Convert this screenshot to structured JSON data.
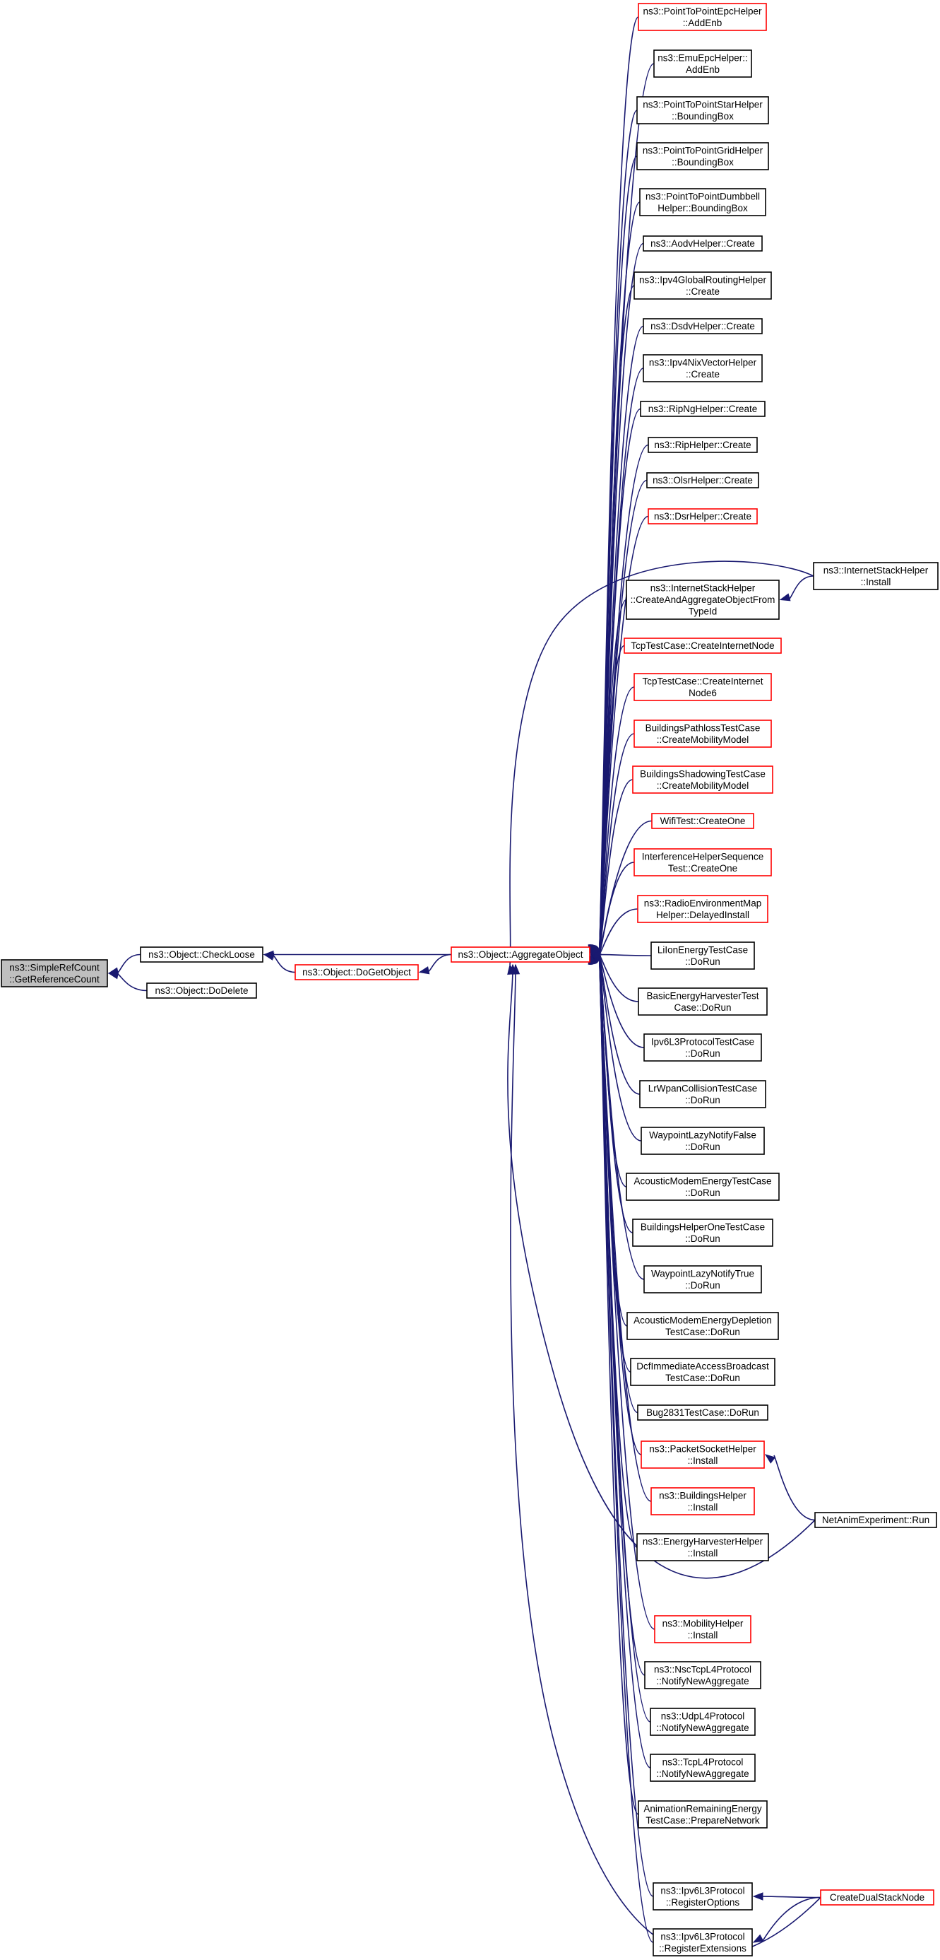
{
  "nodes": [
    {
      "id": "root",
      "label": [
        "ns3::SimpleRefCount",
        "::GetReferenceCount"
      ],
      "style": "grey"
    },
    {
      "id": "checkloose",
      "label": [
        "ns3::Object::CheckLoose"
      ],
      "style": "black"
    },
    {
      "id": "dodelete",
      "label": [
        "ns3::Object::DoDelete"
      ],
      "style": "black"
    },
    {
      "id": "dogetobject",
      "label": [
        "ns3::Object::DoGetObject"
      ],
      "style": "red"
    },
    {
      "id": "aggregate",
      "label": [
        "ns3::Object::AggregateObject"
      ],
      "style": "red"
    },
    {
      "id": "n1",
      "label": [
        "ns3::PointToPointEpcHelper",
        "::AddEnb"
      ],
      "style": "red"
    },
    {
      "id": "n2",
      "label": [
        "ns3::EmuEpcHelper::",
        "AddEnb"
      ],
      "style": "black"
    },
    {
      "id": "n3",
      "label": [
        "ns3::PointToPointStarHelper",
        "::BoundingBox"
      ],
      "style": "black"
    },
    {
      "id": "n4",
      "label": [
        "ns3::PointToPointGridHelper",
        "::BoundingBox"
      ],
      "style": "black"
    },
    {
      "id": "n5",
      "label": [
        "ns3::PointToPointDumbbell",
        "Helper::BoundingBox"
      ],
      "style": "black"
    },
    {
      "id": "n6",
      "label": [
        "ns3::AodvHelper::Create"
      ],
      "style": "black"
    },
    {
      "id": "n7",
      "label": [
        "ns3::Ipv4GlobalRoutingHelper",
        "::Create"
      ],
      "style": "black"
    },
    {
      "id": "n8",
      "label": [
        "ns3::DsdvHelper::Create"
      ],
      "style": "black"
    },
    {
      "id": "n9",
      "label": [
        "ns3::Ipv4NixVectorHelper",
        "::Create"
      ],
      "style": "black"
    },
    {
      "id": "n10",
      "label": [
        "ns3::RipNgHelper::Create"
      ],
      "style": "black"
    },
    {
      "id": "n11",
      "label": [
        "ns3::RipHelper::Create"
      ],
      "style": "black"
    },
    {
      "id": "n12",
      "label": [
        "ns3::OlsrHelper::Create"
      ],
      "style": "black"
    },
    {
      "id": "n13",
      "label": [
        "ns3::DsrHelper::Create"
      ],
      "style": "red"
    },
    {
      "id": "n14",
      "label": [
        "ns3::InternetStackHelper",
        "::CreateAndAggregateObjectFrom",
        "TypeId"
      ],
      "style": "black"
    },
    {
      "id": "n15",
      "label": [
        "TcpTestCase::CreateInternetNode"
      ],
      "style": "red"
    },
    {
      "id": "n16",
      "label": [
        "TcpTestCase::CreateInternet",
        "Node6"
      ],
      "style": "red"
    },
    {
      "id": "n17",
      "label": [
        "BuildingsPathlossTestCase",
        "::CreateMobilityModel"
      ],
      "style": "red"
    },
    {
      "id": "n18",
      "label": [
        "BuildingsShadowingTestCase",
        "::CreateMobilityModel"
      ],
      "style": "red"
    },
    {
      "id": "n19",
      "label": [
        "WifiTest::CreateOne"
      ],
      "style": "red"
    },
    {
      "id": "n20",
      "label": [
        "InterferenceHelperSequence",
        "Test::CreateOne"
      ],
      "style": "red"
    },
    {
      "id": "n21",
      "label": [
        "ns3::RadioEnvironmentMap",
        "Helper::DelayedInstall"
      ],
      "style": "red"
    },
    {
      "id": "n22",
      "label": [
        "LiIonEnergyTestCase",
        "::DoRun"
      ],
      "style": "black"
    },
    {
      "id": "n23",
      "label": [
        "BasicEnergyHarvesterTest",
        "Case::DoRun"
      ],
      "style": "black"
    },
    {
      "id": "n24",
      "label": [
        "Ipv6L3ProtocolTestCase",
        "::DoRun"
      ],
      "style": "black"
    },
    {
      "id": "n25",
      "label": [
        "LrWpanCollisionTestCase",
        "::DoRun"
      ],
      "style": "black"
    },
    {
      "id": "n26",
      "label": [
        "WaypointLazyNotifyFalse",
        "::DoRun"
      ],
      "style": "black"
    },
    {
      "id": "n27",
      "label": [
        "AcousticModemEnergyTestCase",
        "::DoRun"
      ],
      "style": "black"
    },
    {
      "id": "n28",
      "label": [
        "BuildingsHelperOneTestCase",
        "::DoRun"
      ],
      "style": "black"
    },
    {
      "id": "n29",
      "label": [
        "WaypointLazyNotifyTrue",
        "::DoRun"
      ],
      "style": "black"
    },
    {
      "id": "n30",
      "label": [
        "AcousticModemEnergyDepletion",
        "TestCase::DoRun"
      ],
      "style": "black"
    },
    {
      "id": "n31",
      "label": [
        "DcfImmediateAccessBroadcast",
        "TestCase::DoRun"
      ],
      "style": "black"
    },
    {
      "id": "n32",
      "label": [
        "Bug2831TestCase::DoRun"
      ],
      "style": "black"
    },
    {
      "id": "n33",
      "label": [
        "ns3::PacketSocketHelper",
        "::Install"
      ],
      "style": "red"
    },
    {
      "id": "n34",
      "label": [
        "ns3::BuildingsHelper",
        "::Install"
      ],
      "style": "red"
    },
    {
      "id": "n35",
      "label": [
        "ns3::EnergyHarvesterHelper",
        "::Install"
      ],
      "style": "black"
    },
    {
      "id": "n36",
      "label": [
        "ns3::MobilityHelper",
        "::Install"
      ],
      "style": "red"
    },
    {
      "id": "n37",
      "label": [
        "ns3::NscTcpL4Protocol",
        "::NotifyNewAggregate"
      ],
      "style": "black"
    },
    {
      "id": "n38",
      "label": [
        "ns3::UdpL4Protocol",
        "::NotifyNewAggregate"
      ],
      "style": "black"
    },
    {
      "id": "n39",
      "label": [
        "ns3::TcpL4Protocol",
        "::NotifyNewAggregate"
      ],
      "style": "black"
    },
    {
      "id": "n40",
      "label": [
        "AnimationRemainingEnergy",
        "TestCase::PrepareNetwork"
      ],
      "style": "black"
    },
    {
      "id": "n41",
      "label": [
        "ns3::Ipv6L3Protocol",
        "::RegisterOptions"
      ],
      "style": "black"
    },
    {
      "id": "n42",
      "label": [
        "ns3::Ipv6L3Protocol",
        "::RegisterExtensions"
      ],
      "style": "black"
    },
    {
      "id": "ish_install",
      "label": [
        "ns3::InternetStackHelper",
        "::Install"
      ],
      "style": "black"
    },
    {
      "id": "netanim",
      "label": [
        "NetAnimExperiment::Run"
      ],
      "style": "black"
    },
    {
      "id": "dualstack",
      "label": [
        "CreateDualStackNode"
      ],
      "style": "red"
    }
  ]
}
